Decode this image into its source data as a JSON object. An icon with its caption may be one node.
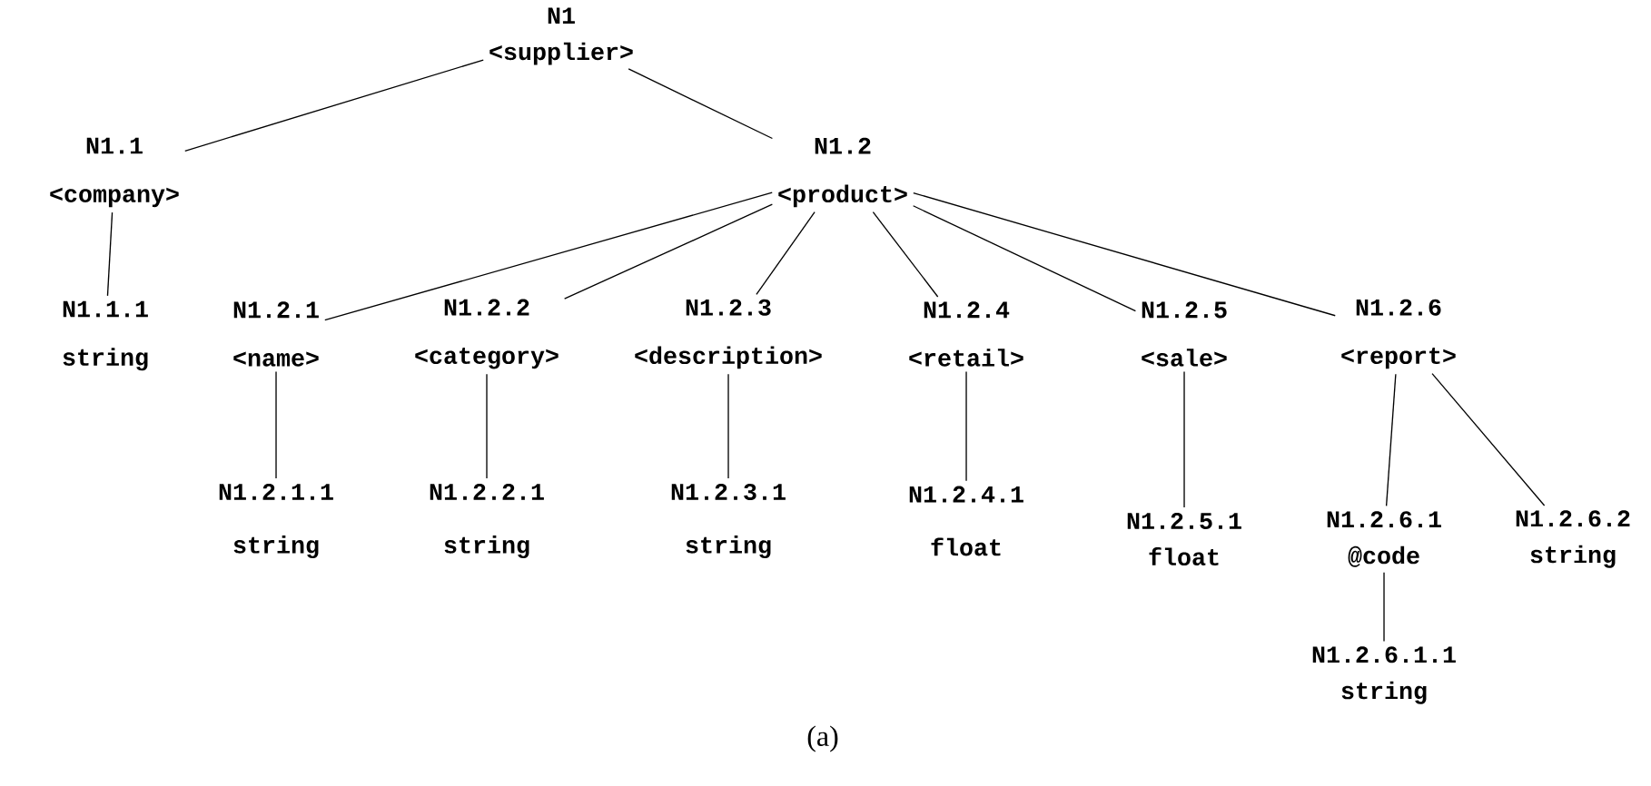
{
  "diagram": {
    "caption": "(a)",
    "nodes": [
      {
        "text": [
          "N1",
          "<supplier>"
        ]
      },
      {
        "text": [
          "N1.1",
          "<company>"
        ]
      },
      {
        "text": [
          "N1.2",
          "<product>"
        ]
      },
      {
        "text": [
          "N1.1.1",
          "string"
        ]
      },
      {
        "text": [
          "N1.2.1",
          "<name>"
        ]
      },
      {
        "text": [
          "N1.2.2",
          "<category>"
        ]
      },
      {
        "text": [
          "N1.2.3",
          "<description>"
        ]
      },
      {
        "text": [
          "N1.2.4",
          "<retail>"
        ]
      },
      {
        "text": [
          "N1.2.5",
          "<sale>"
        ]
      },
      {
        "text": [
          "N1.2.6",
          "<report>"
        ]
      },
      {
        "text": [
          "N1.2.1.1",
          "string"
        ]
      },
      {
        "text": [
          "N1.2.2.1",
          "string"
        ]
      },
      {
        "text": [
          "N1.2.3.1",
          "string"
        ]
      },
      {
        "text": [
          "N1.2.4.1",
          "float"
        ]
      },
      {
        "text": [
          "N1.2.5.1",
          "float"
        ]
      },
      {
        "text": [
          "N1.2.6.1",
          "@code"
        ]
      },
      {
        "text": [
          "N1.2.6.2",
          "string"
        ]
      },
      {
        "text": [
          "N1.2.6.1.1",
          "string"
        ]
      }
    ],
    "edges": [
      {
        "from": 0,
        "to": 1,
        "arrow": "none"
      },
      {
        "from": 0,
        "to": 2,
        "arrow": "none"
      },
      {
        "from": 1,
        "to": 3,
        "arrow": "none"
      },
      {
        "from": 2,
        "to": 4,
        "arrow": "none"
      },
      {
        "from": 2,
        "to": 5,
        "arrow": "none"
      },
      {
        "from": 2,
        "to": 6,
        "arrow": "none"
      },
      {
        "from": 2,
        "to": 7,
        "arrow": "none"
      },
      {
        "from": 2,
        "to": 8,
        "arrow": "none"
      },
      {
        "from": 2,
        "to": 9,
        "arrow": "none"
      },
      {
        "from": 4,
        "to": 10,
        "arrow": "none"
      },
      {
        "from": 5,
        "to": 11,
        "arrow": "none"
      },
      {
        "from": 6,
        "to": 12,
        "arrow": "none"
      },
      {
        "from": 7,
        "to": 13,
        "arrow": "none"
      },
      {
        "from": 8,
        "to": 14,
        "arrow": "none"
      },
      {
        "from": 9,
        "to": 15,
        "arrow": "none"
      },
      {
        "from": 9,
        "to": 16,
        "arrow": "none"
      },
      {
        "from": 15,
        "to": 17,
        "arrow": "none"
      }
    ]
  }
}
